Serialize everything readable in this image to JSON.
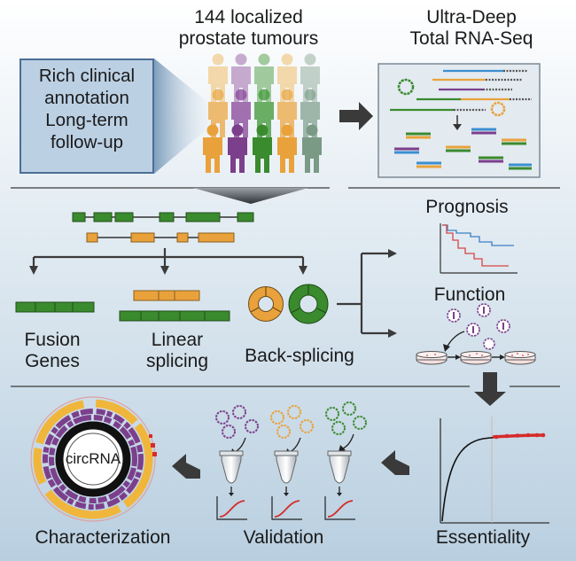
{
  "cohort": {
    "line1": "144 localized",
    "line2": "prostate tumours"
  },
  "sequencing": {
    "line1": "Ultra-Deep",
    "line2": "Total RNA-Seq"
  },
  "clinical": {
    "line1": "Rich clinical",
    "line2": "annotation",
    "line3": "Long-term",
    "line4": "follow-up"
  },
  "fusion": {
    "line1": "Fusion",
    "line2": "Genes"
  },
  "linear": {
    "line1": "Linear",
    "line2": "splicing"
  },
  "backsplicing": {
    "label": "Back-splicing"
  },
  "prognosis": {
    "label": "Prognosis"
  },
  "function": {
    "label": "Function"
  },
  "essentiality": {
    "label": "Essentiality"
  },
  "validation": {
    "label": "Validation"
  },
  "characterization": {
    "label": "Characterization",
    "center_label": "circRNA"
  },
  "colors": {
    "green": "#3a8a2e",
    "orange": "#e9a23b",
    "purple": "#7b3f8c",
    "gray_green": "#7a9a86",
    "red": "#d62b2b",
    "blue": "#3b7fc4",
    "arrow": "#3a3a3a"
  }
}
